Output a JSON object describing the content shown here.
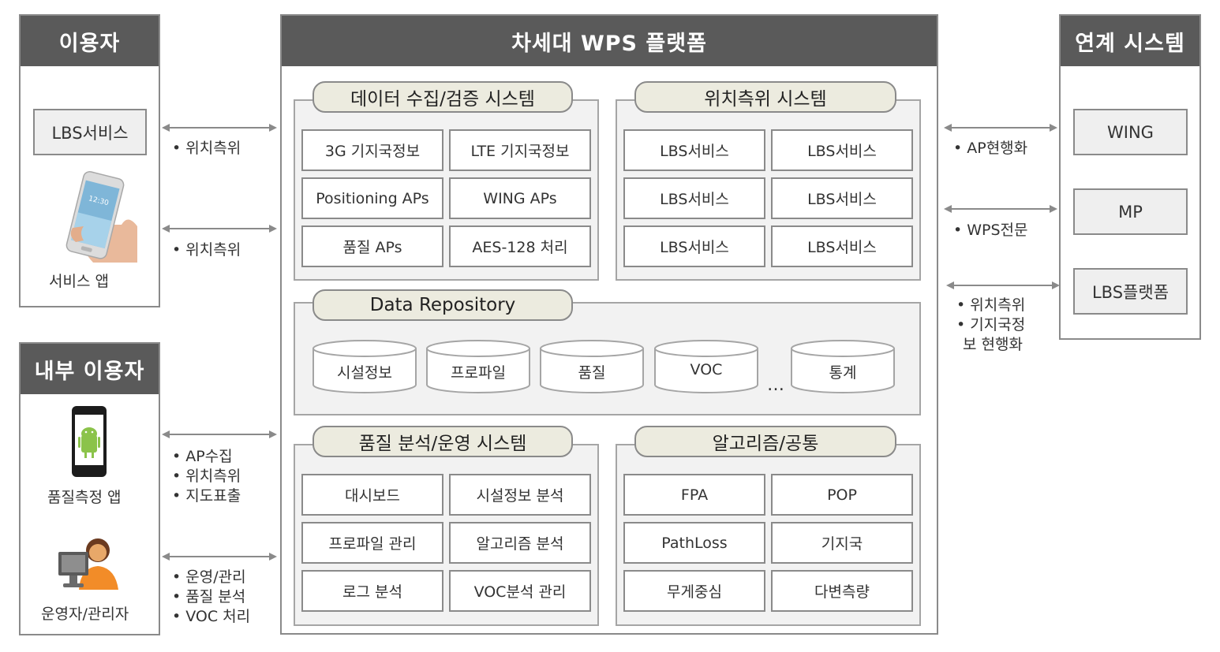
{
  "users": {
    "title": "이용자",
    "lbs_box": "LBS서비스",
    "app_caption": "서비스 앱"
  },
  "internal_users": {
    "title": "내부 이용자",
    "quality_app_caption": "품질측정 앱",
    "operator_caption": "운영자/관리자"
  },
  "platform": {
    "title": "차세대 WPS 플랫폼",
    "collection": {
      "title": "데이터 수집/검증 시스템",
      "cells": [
        "3G 기지국정보",
        "LTE 기지국정보",
        "Positioning APs",
        "WING APs",
        "품질 APs",
        "AES-128 처리"
      ]
    },
    "positioning": {
      "title": "위치측위 시스템",
      "cells": [
        "LBS서비스",
        "LBS서비스",
        "LBS서비스",
        "LBS서비스",
        "LBS서비스",
        "LBS서비스"
      ]
    },
    "repository": {
      "title": "Data Repository",
      "stores": [
        "시설정보",
        "프로파일",
        "품질",
        "VOC",
        "통계"
      ],
      "ellipsis": "…"
    },
    "quality": {
      "title": "품질 분석/운영 시스템",
      "cells": [
        "대시보드",
        "시설정보 분석",
        "프로파일 관리",
        "알고리즘 분석",
        "로그 분석",
        "VOC분석 관리"
      ]
    },
    "algorithm": {
      "title": "알고리즘/공통",
      "cells": [
        "FPA",
        "POP",
        "PathLoss",
        "기지국",
        "무게중심",
        "다변측량"
      ]
    }
  },
  "linked": {
    "title": "연계 시스템",
    "boxes": [
      "WING",
      "MP",
      "LBS플랫폼"
    ]
  },
  "left_notes": {
    "n1": [
      "위치측위"
    ],
    "n2": [
      "위치측위"
    ],
    "n3": [
      "AP수집",
      "위치측위",
      "지도표출"
    ],
    "n4": [
      "운영/관리",
      "품질 분석",
      "VOC 처리"
    ]
  },
  "right_notes": {
    "n1": [
      "AP현행화"
    ],
    "n2": [
      "WPS전문"
    ],
    "n3": [
      "위치측위",
      "기지국정",
      "보 현행화"
    ]
  },
  "colors": {
    "header": "#5a5a5a",
    "pill": "#ecebdf",
    "subsystem": "#f2f2f2",
    "arrow": "#8a8a8a"
  }
}
